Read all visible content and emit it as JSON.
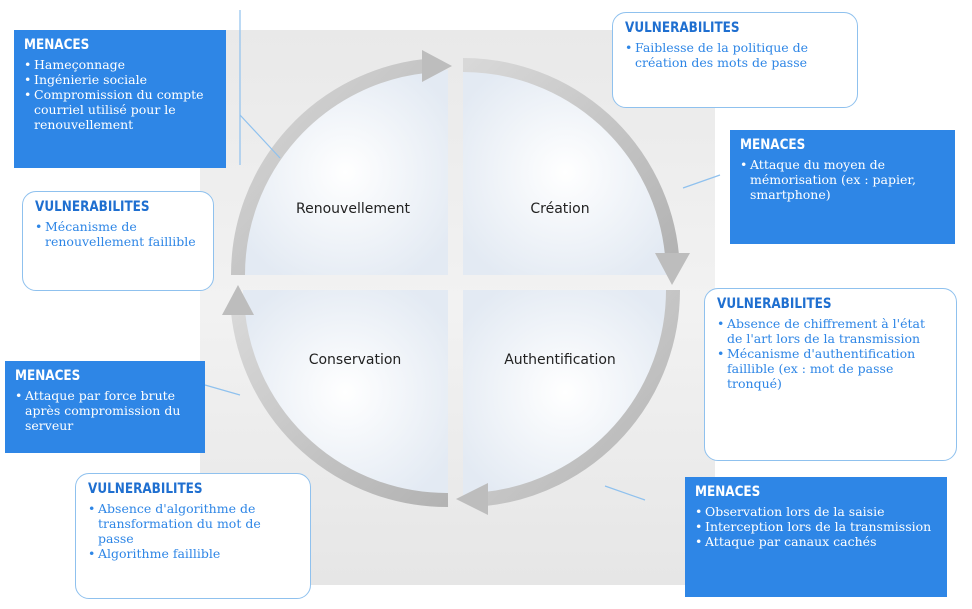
{
  "quadrants": {
    "top_left": "Renouvellement",
    "top_right": "Création",
    "bottom_left": "Conservation",
    "bottom_right": "Authentification"
  },
  "boxes": {
    "menaces_renouvellement": {
      "title": "MENACES",
      "items": [
        "Hameçonnage",
        "Ingénierie sociale",
        "Compromission du compte courriel utilisé pour le renouvellement"
      ]
    },
    "vuln_renouvellement": {
      "title": "VULNERABILITES",
      "items": [
        "Mécanisme de renouvellement faillible"
      ]
    },
    "vuln_creation": {
      "title": "VULNERABILITES",
      "items": [
        "Faiblesse de la politique de création des mots de passe"
      ]
    },
    "menaces_creation": {
      "title": "MENACES",
      "items": [
        "Attaque du moyen de mémorisation (ex : papier, smartphone)"
      ]
    },
    "vuln_authentification": {
      "title": "VULNERABILITES",
      "items": [
        "Absence de chiffrement à l'état de l'art lors de la transmission",
        "Mécanisme d'authentification faillible (ex : mot de passe tronqué)"
      ]
    },
    "menaces_authentification": {
      "title": "MENACES",
      "items": [
        "Observation lors de la saisie",
        "Interception lors de la transmission",
        "Attaque par canaux cachés"
      ]
    },
    "menaces_conservation": {
      "title": "MENACES",
      "items": [
        "Attaque par force brute après compromission du serveur"
      ]
    },
    "vuln_conservation": {
      "title": "VULNERABILITES",
      "items": [
        "Absence d'algorithme de transformation du mot de passe",
        "Algorithme faillible"
      ]
    }
  },
  "colors": {
    "accent": "#2e86e6",
    "outline": "#8fc1ee",
    "arrow": "#c4c4c4"
  }
}
